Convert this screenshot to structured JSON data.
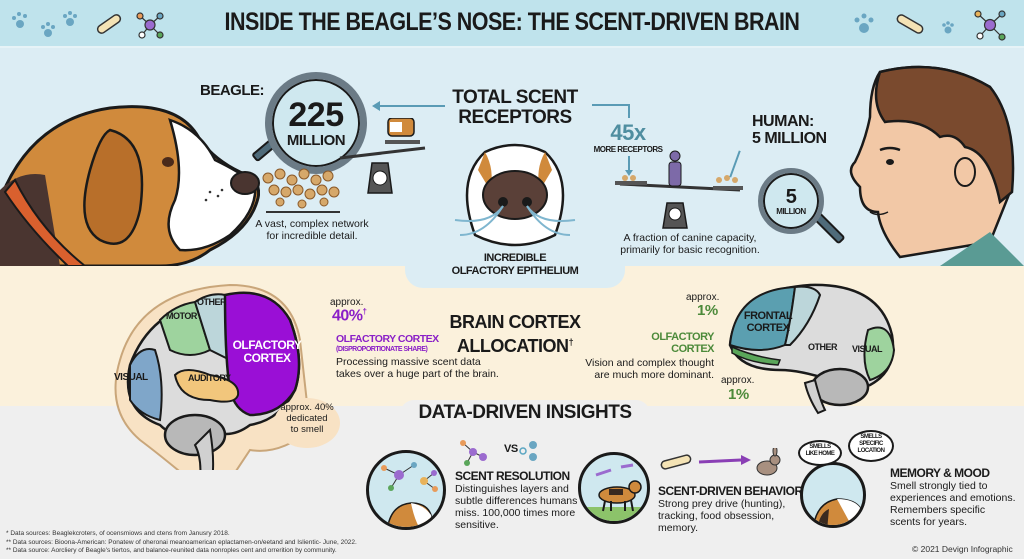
{
  "header": {
    "title": "INSIDE THE BEAGLE’S NOSE: THE SCENT-DRIVEN BRAIN",
    "left_icons": [
      "paw-icon",
      "paw-icon",
      "bone-icon",
      "molecule-icon"
    ],
    "right_icons": [
      "paw-icon",
      "bone-icon",
      "paw-icon",
      "molecule-icon"
    ]
  },
  "receptors": {
    "heading_line1": "TOTAL SCENT",
    "heading_line2": "RECEPTORS",
    "beagle": {
      "label": "BEAGLE:",
      "value": "225",
      "unit": "MILLION",
      "desc_line1": "A vast, complex network",
      "desc_line2": "for incredible detail."
    },
    "human": {
      "label_line1": "HUMAN:",
      "label_line2": "5 MILLION",
      "value": "5",
      "unit": "MILLION",
      "desc_line1": "A fraction of canine capacity,",
      "desc_line2": "primarily for basic recognition."
    },
    "ratio": {
      "value": "45x",
      "label": "MORE RECEPTORS"
    },
    "epithelium_line1": "INCREDIBLE",
    "epithelium_line2": "OLFACTORY EPITHELIUM"
  },
  "cortex": {
    "heading_line1": "BRAIN CORTEX",
    "heading_line2": "ALLOCATION",
    "heading_mark": "†",
    "beagle_brain": {
      "regions": [
        "OTHER",
        "MOTOR",
        "OLFACTORY",
        "CORTEX",
        "VISUAL",
        "AUDITORY"
      ],
      "approx_label": "approx.",
      "approx_value": "40%",
      "approx_mark": "†",
      "olf_title": "OLFACTORY CORTEX",
      "olf_sub": "(DISPROPORTIONATE SHARE)",
      "desc_line1": "Processing massive scent data",
      "desc_line2": "takes over a huge part of the brain.",
      "bubble_line1": "approx. 40%",
      "bubble_line2": "dedicated",
      "bubble_line3": "to smell"
    },
    "human_brain": {
      "regions": [
        "FRONTAL",
        "CORTEX",
        "OTHER",
        "VISUAL"
      ],
      "approx_top_label": "approx.",
      "approx_top_value": "1%",
      "olf_line1": "OLFACTORY",
      "olf_line2": "CORTEX",
      "desc_line1": "Vision and complex thought",
      "desc_line2": "are much more dominant.",
      "approx_bottom_label": "approx.",
      "approx_bottom_value": "1%"
    }
  },
  "insights": {
    "heading": "DATA-DRIVEN INSIGHTS",
    "items": [
      {
        "vs": "VS",
        "title": "SCENT RESOLUTION",
        "lines": [
          "Distinguishes layers and",
          "subtle differences humans",
          "miss. 100,000 times more",
          "sensitive."
        ]
      },
      {
        "title": "SCENT-DRIVEN BEHAVIOR",
        "lines": [
          "Strong prey drive (hunting),",
          "tracking, food obsession,",
          "memory."
        ]
      },
      {
        "bubble1_line1": "SMELLS",
        "bubble1_line2": "LIKE HOME",
        "bubble2_line1": "SMELLS",
        "bubble2_line2": "SPECIFIC",
        "bubble2_line3": "LOCATION",
        "title": "MEMORY & MOOD",
        "lines": [
          "Smell strongly tied to",
          "experiences and emotions.",
          "Remembers specific",
          "scents for years."
        ]
      }
    ]
  },
  "footer": {
    "notes": [
      "*  Data sources: Beaglekcroters, of ocensmiows and ctens from Janusry 2018.",
      "** Data sources: Bioona-American: Ponatew of oheronai meanoamerican eplactamen-on/eetand and Islientic- June, 2022.",
      "** Data source: Aorcliery of Beagle's tiertos, and balance-reunited data nonroples cent and orrerition by community."
    ],
    "copyright": "© 2021 Devign Infographic"
  },
  "colors": {
    "header_bg": "#bfe3ec",
    "top_bg": "#dcedf4",
    "mid_bg": "#fbf1dc",
    "bottom_bg": "#efefef",
    "accent_purple": "#8a1fc7",
    "accent_green": "#4c8a3a",
    "accent_teal": "#4f8ea0"
  }
}
